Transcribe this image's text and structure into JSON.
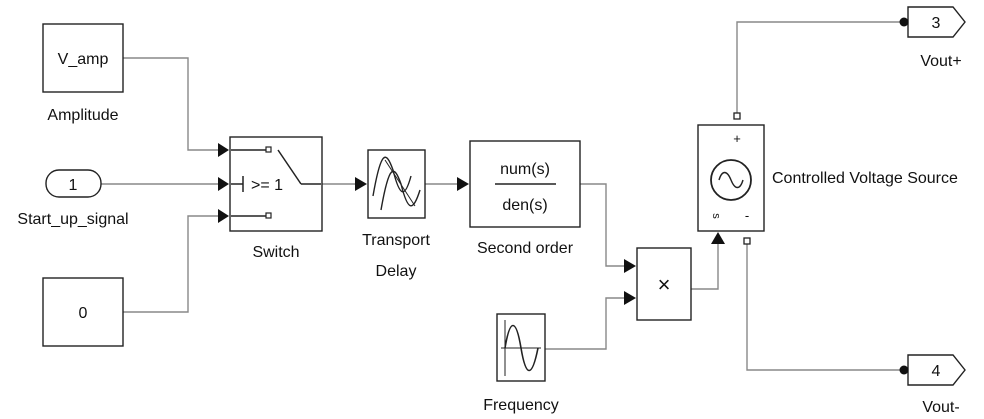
{
  "blocks": {
    "v_amp": {
      "value": "V_amp",
      "label": "Amplitude"
    },
    "start_port": {
      "number": "1",
      "label": "Start_up_signal"
    },
    "zero_const": {
      "value": "0"
    },
    "switch": {
      "criterion": ">= 1",
      "label": "Switch"
    },
    "transport_delay": {
      "label_line1": "Transport",
      "label_line2": "Delay"
    },
    "transfer_fcn": {
      "numerator": "num(s)",
      "denominator": "den(s)",
      "label": "Second order"
    },
    "product": {
      "symbol": "×"
    },
    "sine_wave": {
      "label": "Frequency"
    },
    "cvs": {
      "plus": "+",
      "minus": "-",
      "s_port": "s",
      "label": "Controlled Voltage Source"
    },
    "out3": {
      "number": "3",
      "label": "Vout+"
    },
    "out4": {
      "number": "4",
      "label": "Vout-"
    }
  }
}
